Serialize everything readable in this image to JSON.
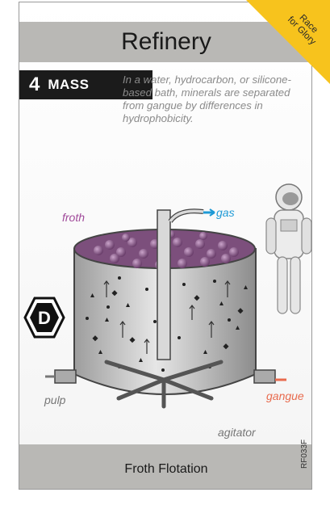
{
  "card": {
    "title": "Refinery",
    "mass_value": "4",
    "mass_label": "MASS",
    "description": "In a water, hydrocarbon, or silicone-based bath, minerals are separated from gangue by differences in hydrophobicity.",
    "corner_banner_line1": "Race",
    "corner_banner_line2": "for Glory",
    "badge_letter": "D",
    "name": "Froth Flotation",
    "code": "RF033F"
  },
  "diagram_labels": {
    "froth": "froth",
    "gas": "gas",
    "pulp": "pulp",
    "gangue": "gangue",
    "agitator": "agitator"
  },
  "colors": {
    "bar_gray": "#b9b8b5",
    "corner_yellow": "#f7c31d",
    "froth_purple": "#a04a9a",
    "gas_blue": "#1e9ad6",
    "gangue_orange": "#e86b4e"
  }
}
